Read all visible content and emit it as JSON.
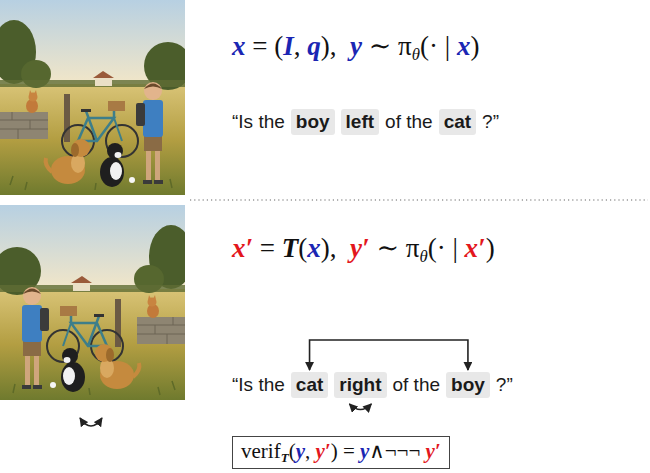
{
  "diagram": {
    "nodes": [
      {
        "text": [
          "boy"
        ]
      },
      {
        "text": [
          "left"
        ]
      },
      {
        "text": [
          "cat"
        ]
      },
      {
        "text": [
          "cat"
        ]
      },
      {
        "text": [
          "right"
        ]
      },
      {
        "text": [
          "boy"
        ]
      },
      {
        "text": [
          "verifT(y, y′) = y∧¬¬¬ y′"
        ]
      }
    ],
    "edges": [
      {
        "from": 3,
        "to": 5,
        "arrow": "both"
      }
    ],
    "labels": [
      "x = (I, q),  y ∼ πθ(· | x)",
      "“Is the",
      "of the",
      "?”",
      "x′ = T(x),  y′ ∼ πθ(· | x′)",
      "“Is the",
      "of the",
      "?”"
    ]
  }
}
